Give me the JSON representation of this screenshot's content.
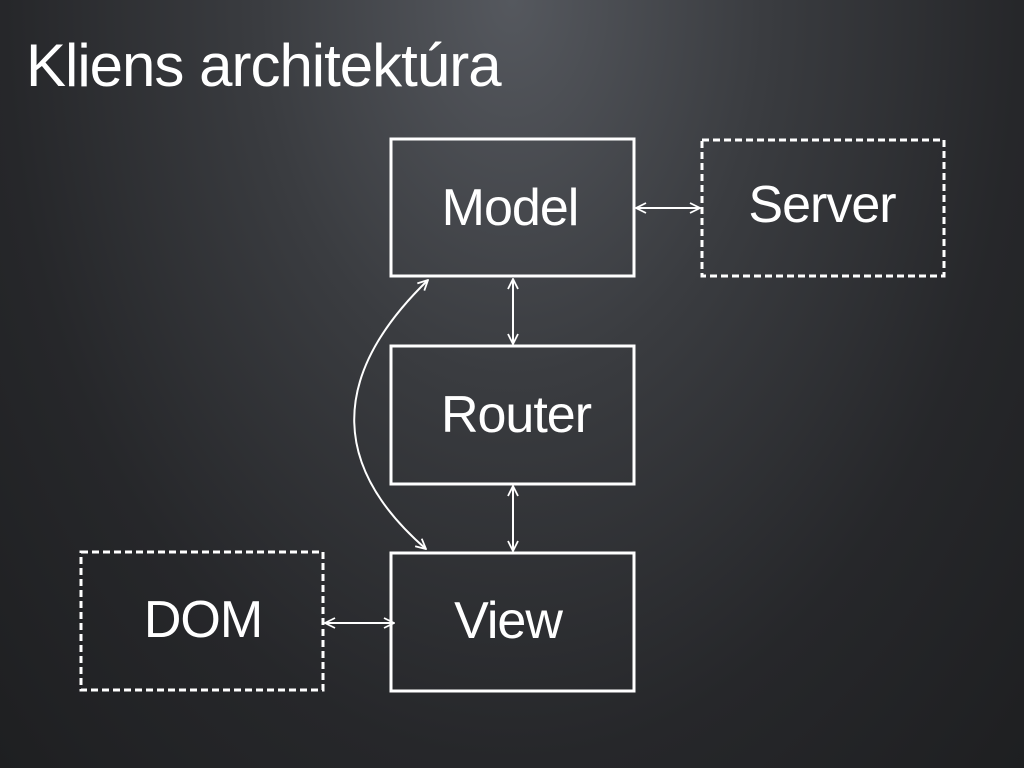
{
  "title": "Kliens architektúra",
  "nodes": {
    "model": "Model",
    "server": "Server",
    "router": "Router",
    "view": "View",
    "dom": "DOM"
  }
}
